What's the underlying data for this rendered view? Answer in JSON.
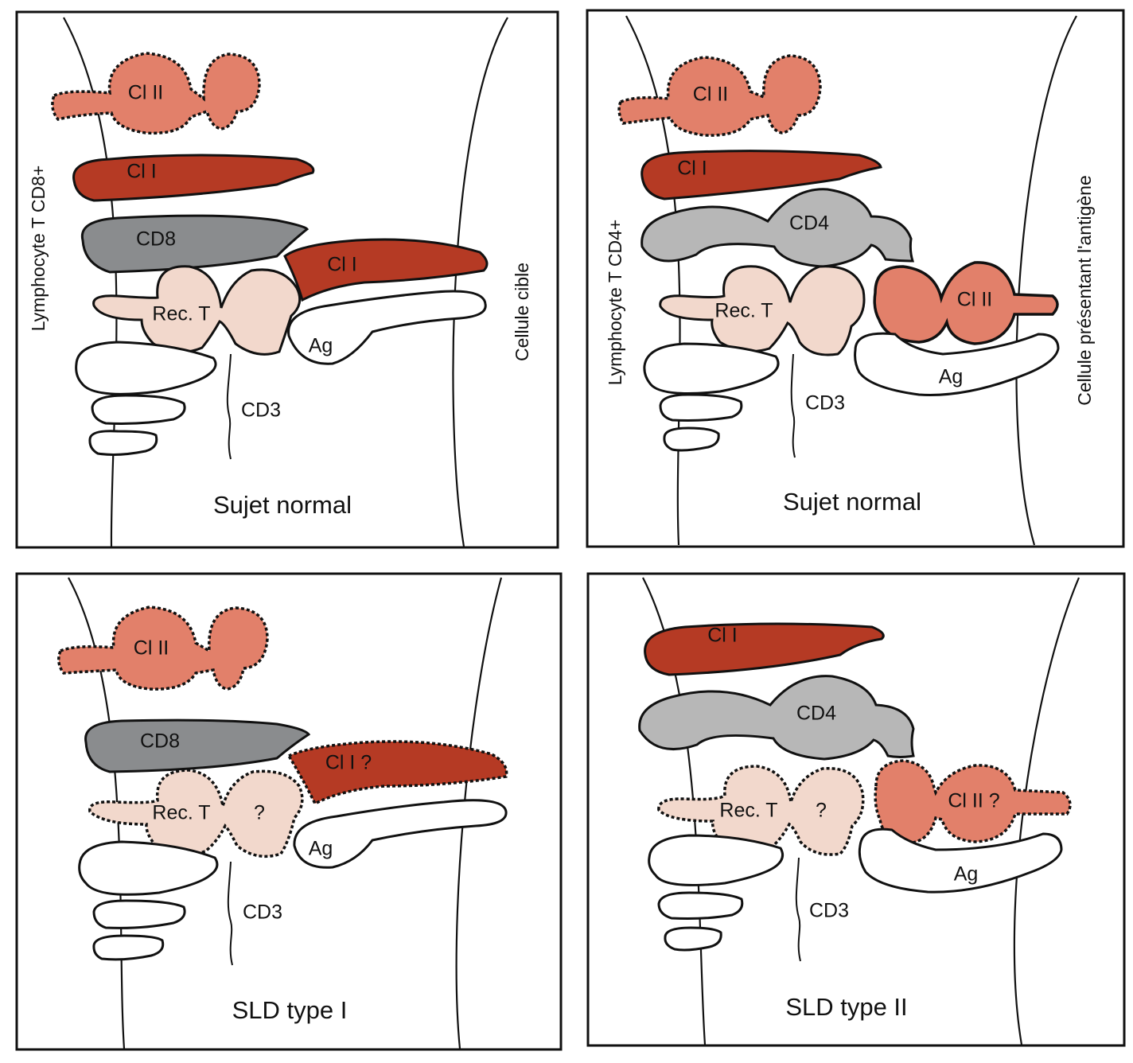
{
  "panels": {
    "top_left": {
      "title": "Sujet normal",
      "left_side_label": "Lymphocyte T CD8+",
      "right_side_label": "Cellule cible",
      "labels": {
        "cl2": "Cl II",
        "cl1": "Cl I",
        "cd8": "CD8",
        "cl1_target": "Cl I",
        "rec_t": "Rec. T",
        "ag": "Ag",
        "cd3": "CD3"
      }
    },
    "top_right": {
      "title": "Sujet normal",
      "left_side_label": "Lymphocyte T CD4+",
      "right_side_label": "Cellule présentant l'antigène",
      "labels": {
        "cl2": "Cl II",
        "cl1": "Cl I",
        "cd4": "CD4",
        "rec_t": "Rec. T",
        "cl2_target": "Cl II",
        "ag": "Ag",
        "cd3": "CD3"
      }
    },
    "bottom_left": {
      "title": "SLD type I",
      "labels": {
        "cl2": "Cl II",
        "cd8": "CD8",
        "cl1_target": "Cl I ?",
        "rec_t": "Rec. T",
        "rec_t_q": "?",
        "ag": "Ag",
        "cd3": "CD3"
      }
    },
    "bottom_right": {
      "title": "SLD type II",
      "labels": {
        "cl1": "Cl I",
        "cd4": "CD4",
        "rec_t": "Rec. T",
        "rec_t_q": "?",
        "cl2_target": "Cl II ?",
        "ag": "Ag",
        "cd3": "CD3"
      }
    }
  },
  "colors": {
    "class_ii": "#e2806a",
    "class_i": "#b53a24",
    "cd8": "#8a8c8e",
    "cd4": "#b7b7b7",
    "receptor": "#f2d8cc"
  }
}
